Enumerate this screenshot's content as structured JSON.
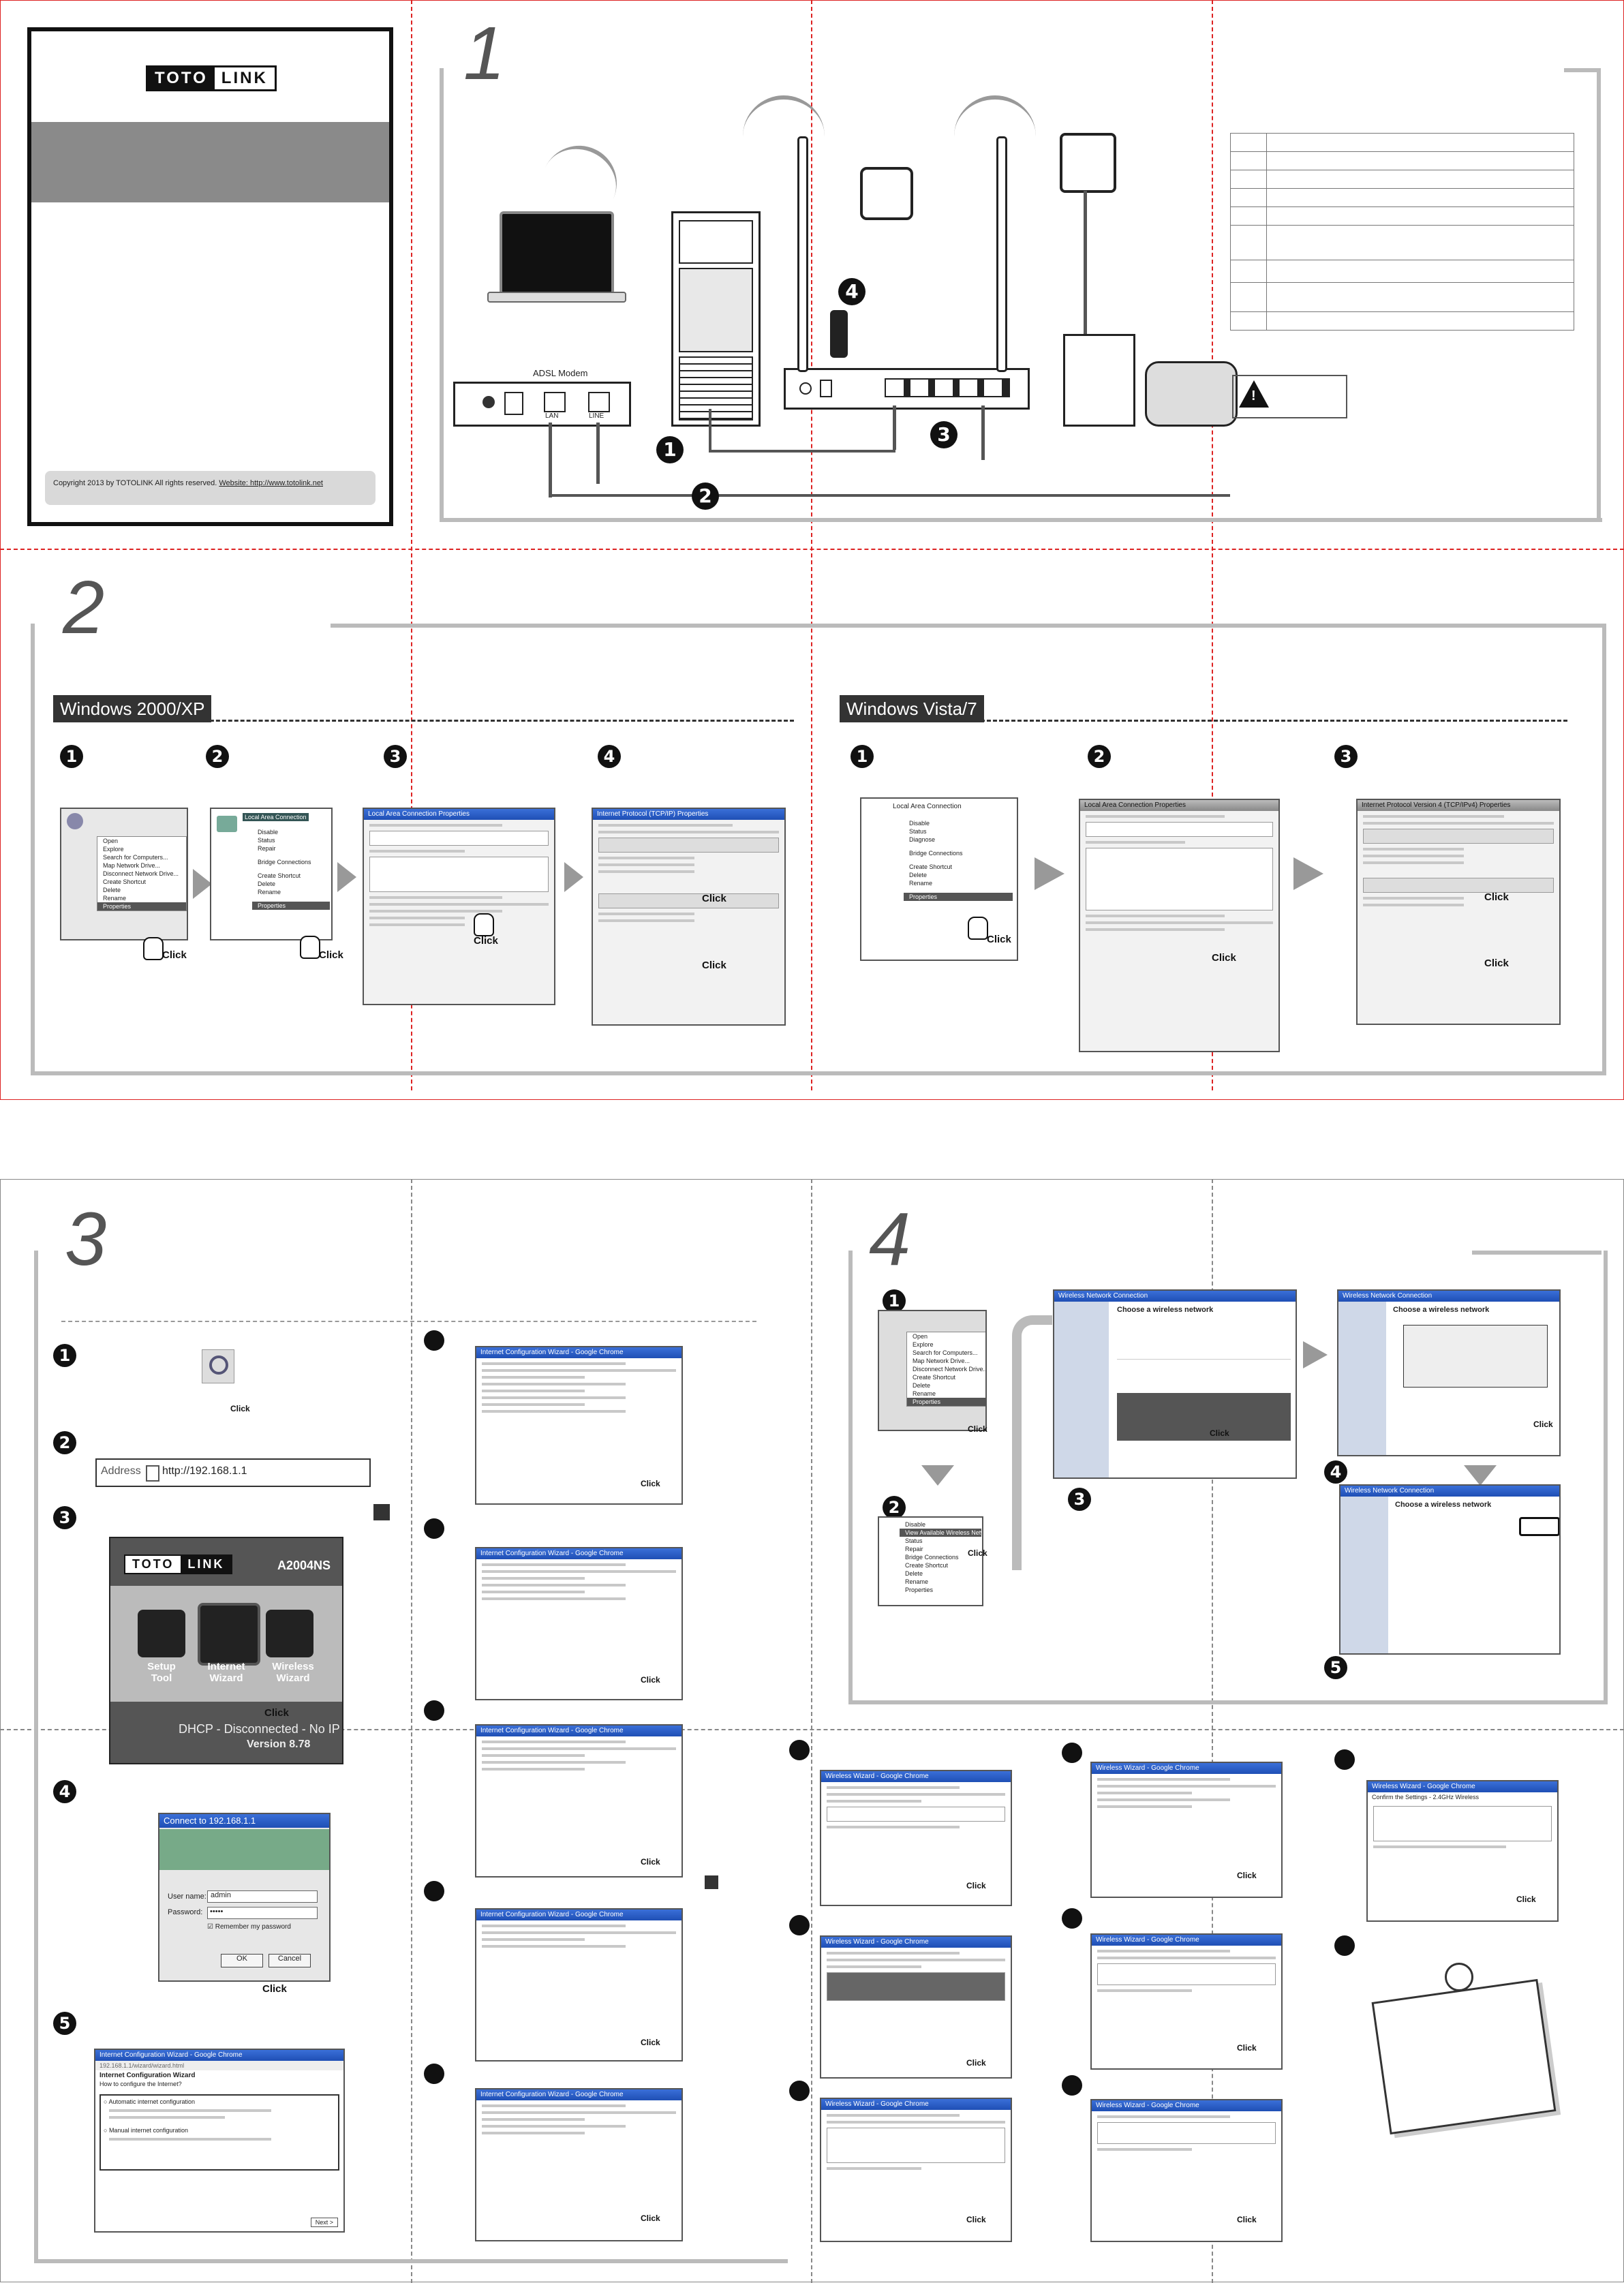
{
  "brand": {
    "left": "TOTO",
    "right": "LINK"
  },
  "copyright": "Copyright 2013 by TOTOLINK All rights reserved.",
  "website_label": "Website: http://www.totolink.net",
  "sections": {
    "s1": "1",
    "s2": "2",
    "s3": "3",
    "s4": "4"
  },
  "hardware": {
    "modem_label": "ADSL Modem",
    "port_lan": "LAN",
    "port_line": "LINE",
    "steps": [
      "1",
      "2",
      "3",
      "4"
    ]
  },
  "os": {
    "xp": "Windows 2000/XP",
    "vista": "Windows Vista/7"
  },
  "xp_steps": [
    "1",
    "2",
    "3",
    "4"
  ],
  "vista_steps": [
    "1",
    "2",
    "3"
  ],
  "click": "Click",
  "xp_menu1": [
    "Open",
    "Explore",
    "Search for Computers...",
    "Map Network Drive...",
    "Disconnect Network Drive...",
    "Create Shortcut",
    "Delete",
    "Rename",
    "Properties"
  ],
  "xp_menu2": [
    "Disable",
    "Status",
    "Repair",
    "Bridge Connections",
    "Create Shortcut",
    "Delete",
    "Rename",
    "Properties"
  ],
  "xp_menu2_title": "Local Area Connection",
  "xp_win3_title": "Local Area Connection Properties",
  "xp_win4_title": "Internet Protocol (TCP/IP) Properties",
  "vista_menu": [
    "Disable",
    "Status",
    "Diagnose",
    "Bridge Connections",
    "Create Shortcut",
    "Delete",
    "Rename",
    "Properties"
  ],
  "vista_menu_title": "Local Area Connection",
  "vista_win2_title": "Local Area Connection Properties",
  "vista_win3_title": "Internet Protocol Version 4 (TCP/IPv4) Properties",
  "s3": {
    "steps": [
      "1",
      "2",
      "3",
      "4",
      "5"
    ],
    "address_label": "Address",
    "address_value": "http://192.168.1.1",
    "model": "A2004NS",
    "tiles": [
      {
        "label": "Setup Tool"
      },
      {
        "label": "Internet Wizard"
      },
      {
        "label": "Wireless Wizard"
      }
    ],
    "status": "DHCP - Disconnected - No IP",
    "version": "Version 8.78",
    "login_title": "Connect to 192.168.1.1",
    "user_label": "User name:",
    "user_value": "admin",
    "pass_label": "Password:",
    "remember": "Remember my password",
    "ok": "OK",
    "cancel": "Cancel",
    "wizard_title": "Internet Configuration Wizard - Google Chrome",
    "wizard_url": "192.168.1.1/wizard/wizard.html",
    "wizard_heading": "Internet Configuration Wizard",
    "wizard_sub": "How to configure the Internet?",
    "wizard_opt1": "Automatic internet configuration",
    "wizard_opt2": "Manual internet configuration",
    "next": "Next >"
  },
  "s4": {
    "steps": [
      "1",
      "2",
      "3",
      "4",
      "5"
    ],
    "wifi_title": "Wireless Network Connection",
    "choose": "Choose a wireless network",
    "menu": [
      "Open",
      "Explore",
      "Search for Computers...",
      "Map Network Drive...",
      "Disconnect Network Drive...",
      "Create Shortcut",
      "Delete",
      "Rename",
      "Properties"
    ],
    "menu2": [
      "Disable",
      "View Available Wireless Networks",
      "Status",
      "Repair",
      "Bridge Connections",
      "Create Shortcut",
      "Delete",
      "Rename",
      "Properties"
    ],
    "wizard_title": "Wireless Wizard - Google Chrome",
    "config_settings": "Confirm the Settings - 2.4GHz Wireless"
  }
}
